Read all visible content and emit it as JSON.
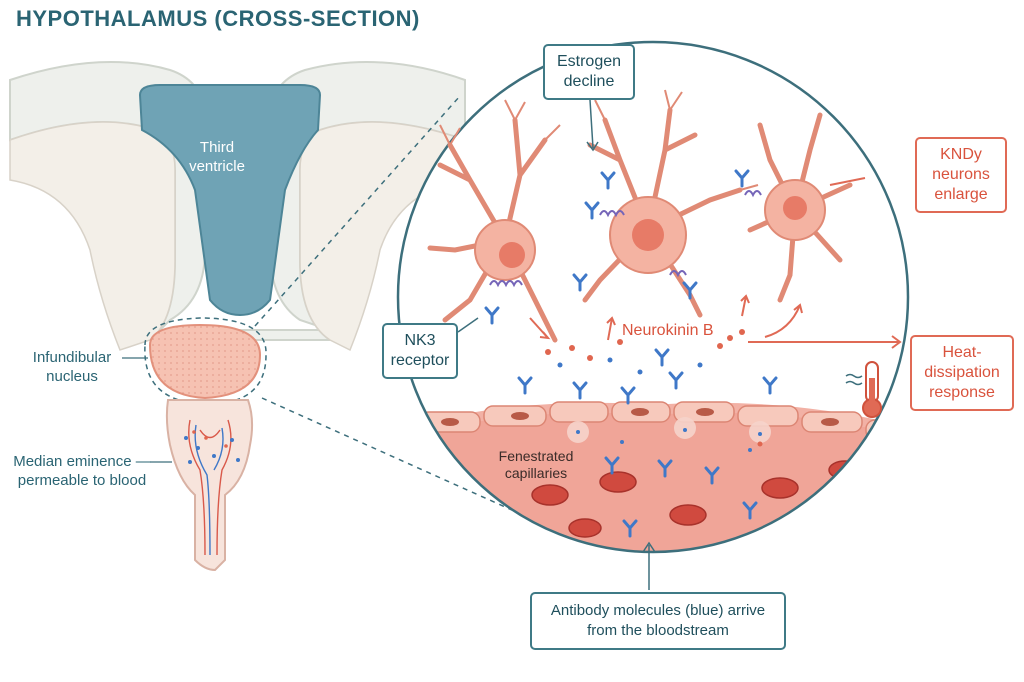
{
  "title": "HYPOTHALAMUS (CROSS-SECTION)",
  "left_labels": {
    "third_ventricle_line1": "Third",
    "third_ventricle_line2": "ventricle",
    "infundibular_line1": "Infundibular",
    "infundibular_line2": "nucleus",
    "median_line1": "Median eminence —",
    "median_line2": "permeable to blood"
  },
  "callouts": {
    "estrogen_line1": "Estrogen",
    "estrogen_line2": "decline",
    "kndy_line1": "KNDy",
    "kndy_line2": "neurons",
    "kndy_line3": "enlarge",
    "nk3_line1": "NK3",
    "nk3_line2": "receptor",
    "heat_line1": "Heat-",
    "heat_line2": "dissipation",
    "heat_line3": "response",
    "antibody_line1": "Antibody molecules (blue) arrive",
    "antibody_line2": "from the bloodstream"
  },
  "inset_labels": {
    "neurokinin": "Neurokinin B",
    "capillaries_line1": "Fenestrated",
    "capillaries_line2": "capillaries"
  },
  "colors": {
    "teal": "#2a6473",
    "ventricle": "#6fa3b5",
    "neuron": "#f2a493",
    "accent_red": "#e06a55",
    "antibody_blue": "#3f78c8"
  }
}
